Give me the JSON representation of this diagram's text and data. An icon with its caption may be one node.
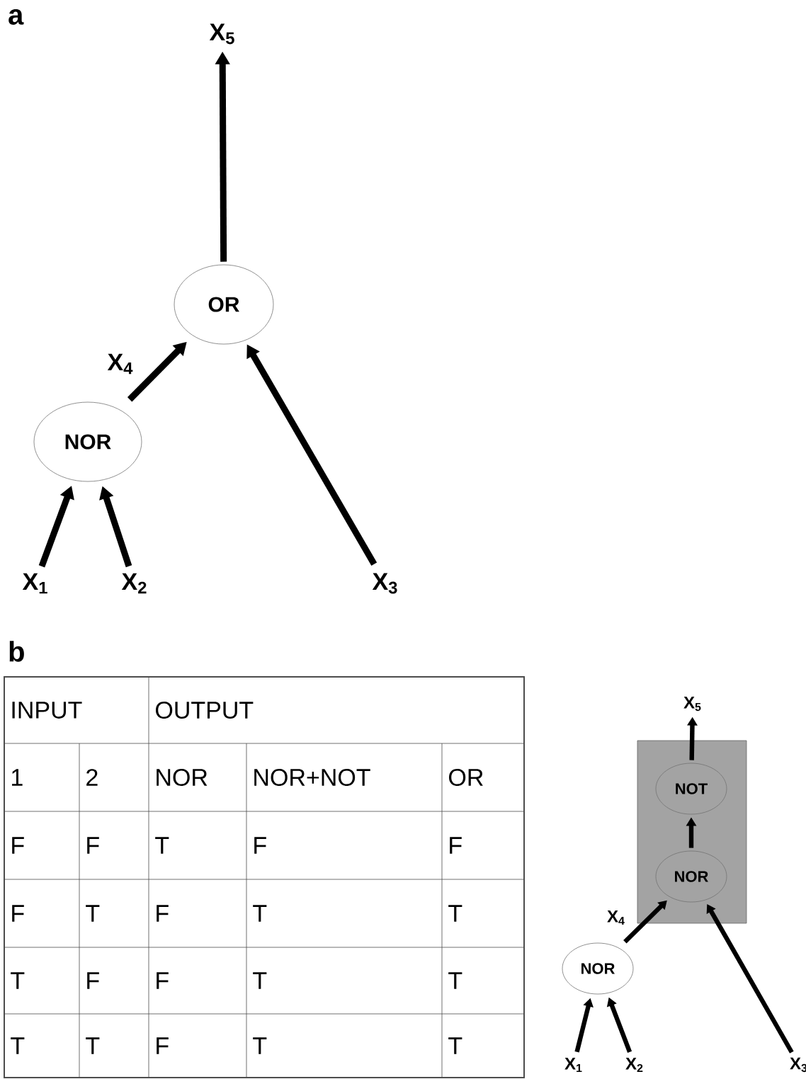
{
  "diagram": {
    "nodes": [
      {
        "text": [
          "X$_{5}$"
        ]
      },
      {
        "text": [
          "OR"
        ]
      },
      {
        "text": [
          "NOR"
        ]
      },
      {
        "text": [
          "X$_{1}$"
        ]
      },
      {
        "text": [
          "X$_{2}$"
        ]
      },
      {
        "text": [
          "X$_{3}$"
        ]
      },
      {
        "text": [
          "X$_{5}$"
        ]
      },
      {
        "text": [],
        "shape": "box"
      },
      {
        "text": [
          "NOT"
        ],
        "in": 7
      },
      {
        "text": [
          "NOR"
        ],
        "in": 7
      },
      {
        "text": [
          "NOR"
        ]
      },
      {
        "text": [
          "X$_{1}$"
        ]
      },
      {
        "text": [
          "X$_{2}$"
        ]
      },
      {
        "text": [
          "X$_{3}$"
        ]
      }
    ],
    "edges": [
      {
        "from": 1,
        "to": 0,
        "arrow": "to"
      },
      {
        "from": 2,
        "to": 1,
        "arrow": "to",
        "label": "X$_{4}$"
      },
      {
        "from": 3,
        "to": 2,
        "arrow": "to"
      },
      {
        "from": 4,
        "to": 2,
        "arrow": "to"
      },
      {
        "from": 5,
        "to": 1,
        "arrow": "to"
      },
      {
        "from": 8,
        "to": 6,
        "arrow": "to"
      },
      {
        "from": 9,
        "to": 8,
        "arrow": "to"
      },
      {
        "from": 10,
        "to": 9,
        "arrow": "to",
        "label": "X$_{4}$"
      },
      {
        "from": 11,
        "to": 10,
        "arrow": "to"
      },
      {
        "from": 12,
        "to": 10,
        "arrow": "to"
      },
      {
        "from": 13,
        "to": 9,
        "arrow": "to"
      }
    ],
    "labels": [
      "a",
      "b",
      "INPUT",
      "OUTPUT",
      "1",
      "2",
      "NOR",
      "NOR+NOT",
      "OR",
      "F",
      "F",
      "T",
      "F",
      "F",
      "F",
      "T",
      "F",
      "T",
      "T",
      "T",
      "F",
      "F",
      "T",
      "T",
      "T",
      "T",
      "F",
      "T",
      "T"
    ]
  }
}
